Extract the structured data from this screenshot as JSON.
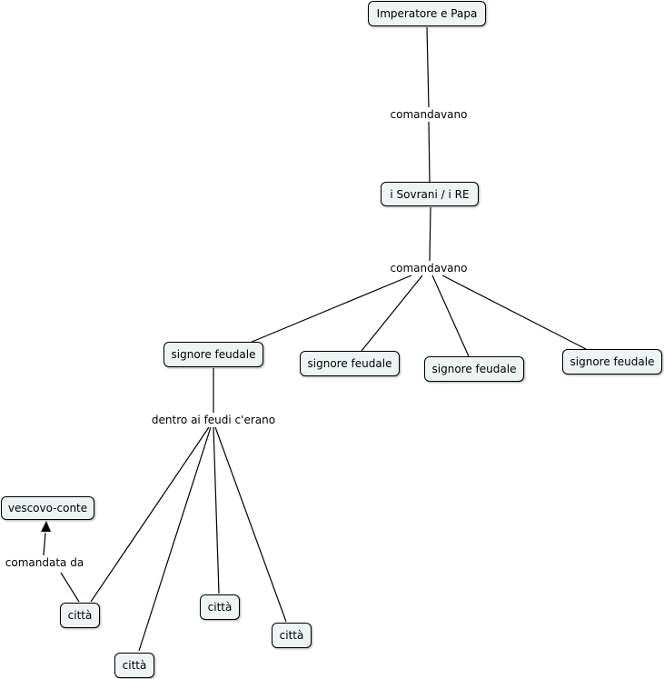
{
  "concepts": {
    "emperor_pope": "Imperatore e Papa",
    "sovereigns": "i Sovrani / i RE",
    "lord_1": "signore feudale",
    "lord_2": "signore feudale",
    "lord_3": "signore feudale",
    "lord_4": "signore feudale",
    "bishop_count": "vescovo-conte",
    "city_1": "città",
    "city_2": "città",
    "city_3": "città",
    "city_4": "città"
  },
  "linking_phrases": {
    "commanded_1": "comandavano",
    "commanded_2": "comandavano",
    "inside_fiefs": "dentro ai feudi c'erano",
    "commanded_by": "comandata da"
  }
}
